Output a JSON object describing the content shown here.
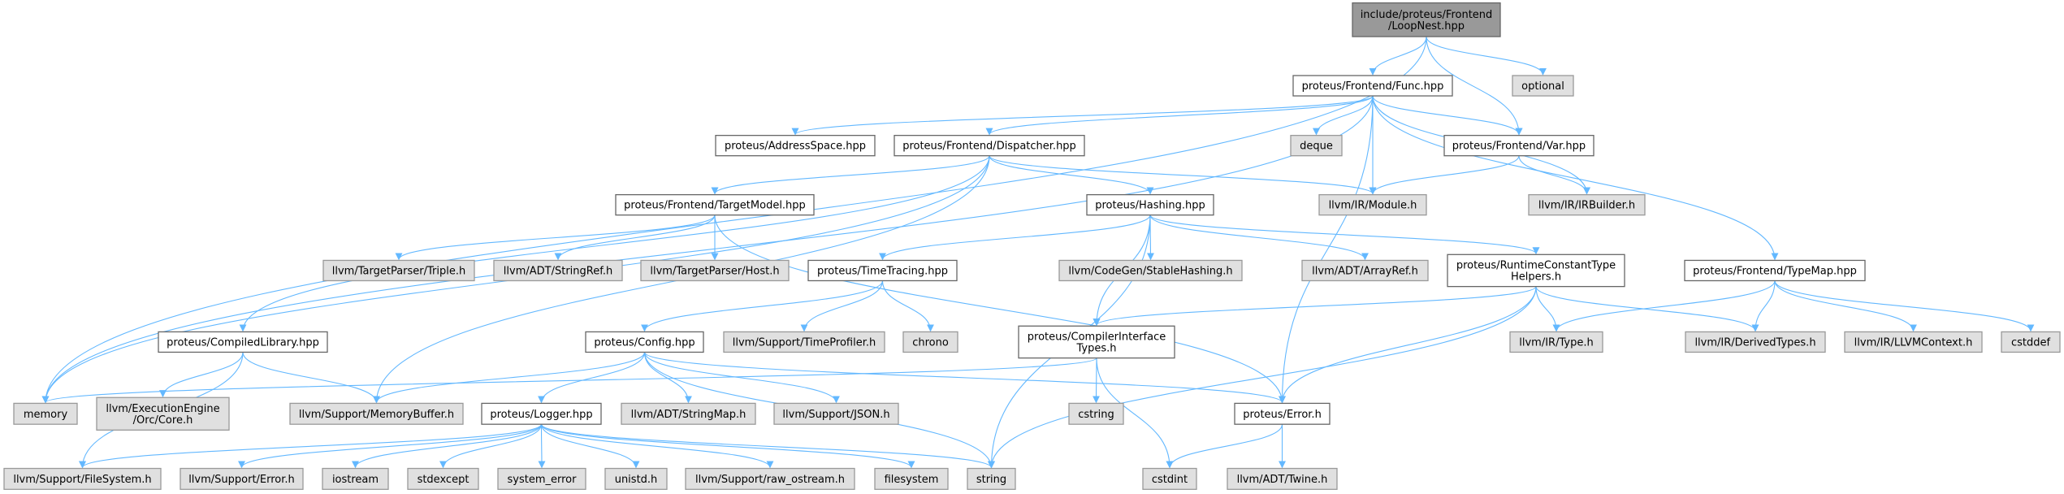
{
  "graph_title": "include/proteus/Frontend/LoopNest.hpp",
  "colors": {
    "edge": "#63b8ff",
    "root_fill": "#999999",
    "root_stroke": "#666666",
    "project_fill": "#ffffff",
    "project_stroke": "#666666",
    "system_fill": "#e0e0e0",
    "system_stroke": "#999999"
  },
  "nodes": [
    {
      "id": "loopnest",
      "kind": "root",
      "lines": [
        "include/proteus/Frontend",
        "/LoopNest.hpp"
      ]
    },
    {
      "id": "func",
      "kind": "project",
      "lines": [
        "proteus/Frontend/Func.hpp"
      ]
    },
    {
      "id": "optional",
      "kind": "system",
      "lines": [
        "optional"
      ]
    },
    {
      "id": "addrspace",
      "kind": "project",
      "lines": [
        "proteus/AddressSpace.hpp"
      ]
    },
    {
      "id": "dispatcher",
      "kind": "project",
      "lines": [
        "proteus/Frontend/Dispatcher.hpp"
      ]
    },
    {
      "id": "deque",
      "kind": "system",
      "lines": [
        "deque"
      ]
    },
    {
      "id": "var",
      "kind": "project",
      "lines": [
        "proteus/Frontend/Var.hpp"
      ]
    },
    {
      "id": "module",
      "kind": "system",
      "lines": [
        "llvm/IR/Module.h"
      ]
    },
    {
      "id": "irbuilder",
      "kind": "system",
      "lines": [
        "llvm/IR/IRBuilder.h"
      ]
    },
    {
      "id": "targetmodel",
      "kind": "project",
      "lines": [
        "proteus/Frontend/TargetModel.hpp"
      ]
    },
    {
      "id": "hashing",
      "kind": "project",
      "lines": [
        "proteus/Hashing.hpp"
      ]
    },
    {
      "id": "triple",
      "kind": "system",
      "lines": [
        "llvm/TargetParser/Triple.h"
      ]
    },
    {
      "id": "stringref",
      "kind": "system",
      "lines": [
        "llvm/ADT/StringRef.h"
      ]
    },
    {
      "id": "host",
      "kind": "system",
      "lines": [
        "llvm/TargetParser/Host.h"
      ]
    },
    {
      "id": "timetracing",
      "kind": "project",
      "lines": [
        "proteus/TimeTracing.hpp"
      ]
    },
    {
      "id": "stablehashing",
      "kind": "system",
      "lines": [
        "llvm/CodeGen/StableHashing.h"
      ]
    },
    {
      "id": "arrayref",
      "kind": "system",
      "lines": [
        "llvm/ADT/ArrayRef.h"
      ]
    },
    {
      "id": "rtconst",
      "kind": "project",
      "lines": [
        "proteus/RuntimeConstantType",
        "Helpers.h"
      ]
    },
    {
      "id": "typemap",
      "kind": "project",
      "lines": [
        "proteus/Frontend/TypeMap.hpp"
      ]
    },
    {
      "id": "compiledlib",
      "kind": "project",
      "lines": [
        "proteus/CompiledLibrary.hpp"
      ]
    },
    {
      "id": "config",
      "kind": "project",
      "lines": [
        "proteus/Config.hpp"
      ]
    },
    {
      "id": "timeprofiler",
      "kind": "system",
      "lines": [
        "llvm/Support/TimeProfiler.h"
      ]
    },
    {
      "id": "chrono",
      "kind": "system",
      "lines": [
        "chrono"
      ]
    },
    {
      "id": "cit",
      "kind": "project",
      "lines": [
        "proteus/CompilerInterface",
        "Types.h"
      ]
    },
    {
      "id": "type",
      "kind": "system",
      "lines": [
        "llvm/IR/Type.h"
      ]
    },
    {
      "id": "derivedtypes",
      "kind": "system",
      "lines": [
        "llvm/IR/DerivedTypes.h"
      ]
    },
    {
      "id": "llvmcontext",
      "kind": "system",
      "lines": [
        "llvm/IR/LLVMContext.h"
      ]
    },
    {
      "id": "cstddef",
      "kind": "system",
      "lines": [
        "cstddef"
      ]
    },
    {
      "id": "memory",
      "kind": "system",
      "lines": [
        "memory"
      ]
    },
    {
      "id": "orccore",
      "kind": "system",
      "lines": [
        "llvm/ExecutionEngine",
        "/Orc/Core.h"
      ]
    },
    {
      "id": "memorybuffer",
      "kind": "system",
      "lines": [
        "llvm/Support/MemoryBuffer.h"
      ]
    },
    {
      "id": "logger",
      "kind": "project",
      "lines": [
        "proteus/Logger.hpp"
      ]
    },
    {
      "id": "stringmap",
      "kind": "system",
      "lines": [
        "llvm/ADT/StringMap.h"
      ]
    },
    {
      "id": "json",
      "kind": "system",
      "lines": [
        "llvm/Support/JSON.h"
      ]
    },
    {
      "id": "cstring",
      "kind": "system",
      "lines": [
        "cstring"
      ]
    },
    {
      "id": "error",
      "kind": "project",
      "lines": [
        "proteus/Error.h"
      ]
    },
    {
      "id": "filesystemh",
      "kind": "system",
      "lines": [
        "llvm/Support/FileSystem.h"
      ]
    },
    {
      "id": "supporterror",
      "kind": "system",
      "lines": [
        "llvm/Support/Error.h"
      ]
    },
    {
      "id": "iostream",
      "kind": "system",
      "lines": [
        "iostream"
      ]
    },
    {
      "id": "stdexcept",
      "kind": "system",
      "lines": [
        "stdexcept"
      ]
    },
    {
      "id": "systemerror",
      "kind": "system",
      "lines": [
        "system_error"
      ]
    },
    {
      "id": "unistd",
      "kind": "system",
      "lines": [
        "unistd.h"
      ]
    },
    {
      "id": "rawostream",
      "kind": "system",
      "lines": [
        "llvm/Support/raw_ostream.h"
      ]
    },
    {
      "id": "filesystem",
      "kind": "system",
      "lines": [
        "filesystem"
      ]
    },
    {
      "id": "string",
      "kind": "system",
      "lines": [
        "string"
      ]
    },
    {
      "id": "cstdint",
      "kind": "system",
      "lines": [
        "cstdint"
      ]
    },
    {
      "id": "twine",
      "kind": "system",
      "lines": [
        "llvm/ADT/Twine.h"
      ]
    }
  ],
  "edges": [
    [
      "loopnest",
      "memory"
    ],
    [
      "loopnest",
      "func"
    ],
    [
      "loopnest",
      "var"
    ],
    [
      "loopnest",
      "optional"
    ],
    [
      "func",
      "memory"
    ],
    [
      "func",
      "addrspace"
    ],
    [
      "func",
      "dispatcher"
    ],
    [
      "func",
      "deque"
    ],
    [
      "func",
      "module"
    ],
    [
      "func",
      "var"
    ],
    [
      "func",
      "irbuilder"
    ],
    [
      "func",
      "typemap"
    ],
    [
      "func",
      "error"
    ],
    [
      "var",
      "module"
    ],
    [
      "var",
      "irbuilder"
    ],
    [
      "dispatcher",
      "memory"
    ],
    [
      "dispatcher",
      "compiledlib"
    ],
    [
      "dispatcher",
      "memorybuffer"
    ],
    [
      "dispatcher",
      "targetmodel"
    ],
    [
      "dispatcher",
      "hashing"
    ],
    [
      "dispatcher",
      "module"
    ],
    [
      "targetmodel",
      "triple"
    ],
    [
      "targetmodel",
      "stringref"
    ],
    [
      "targetmodel",
      "host"
    ],
    [
      "targetmodel",
      "error"
    ],
    [
      "hashing",
      "timetracing"
    ],
    [
      "hashing",
      "string"
    ],
    [
      "hashing",
      "stablehashing"
    ],
    [
      "hashing",
      "arrayref"
    ],
    [
      "hashing",
      "rtconst"
    ],
    [
      "hashing",
      "cit"
    ],
    [
      "timetracing",
      "config"
    ],
    [
      "timetracing",
      "timeprofiler"
    ],
    [
      "timetracing",
      "chrono"
    ],
    [
      "rtconst",
      "cit"
    ],
    [
      "rtconst",
      "type"
    ],
    [
      "rtconst",
      "derivedtypes"
    ],
    [
      "rtconst",
      "error"
    ],
    [
      "rtconst",
      "string"
    ],
    [
      "typemap",
      "type"
    ],
    [
      "typemap",
      "derivedtypes"
    ],
    [
      "typemap",
      "llvmcontext"
    ],
    [
      "typemap",
      "cstddef"
    ],
    [
      "compiledlib",
      "orccore"
    ],
    [
      "compiledlib",
      "memorybuffer"
    ],
    [
      "compiledlib",
      "filesystemh"
    ],
    [
      "config",
      "memorybuffer"
    ],
    [
      "config",
      "logger"
    ],
    [
      "config",
      "stringmap"
    ],
    [
      "config",
      "json"
    ],
    [
      "config",
      "string"
    ],
    [
      "config",
      "error"
    ],
    [
      "cit",
      "memory"
    ],
    [
      "cit",
      "cstring"
    ],
    [
      "cit",
      "cstdint"
    ],
    [
      "logger",
      "filesystemh"
    ],
    [
      "logger",
      "supporterror"
    ],
    [
      "logger",
      "iostream"
    ],
    [
      "logger",
      "stdexcept"
    ],
    [
      "logger",
      "systemerror"
    ],
    [
      "logger",
      "unistd"
    ],
    [
      "logger",
      "rawostream"
    ],
    [
      "logger",
      "filesystem"
    ],
    [
      "logger",
      "string"
    ],
    [
      "error",
      "cstdint"
    ],
    [
      "error",
      "twine"
    ]
  ]
}
